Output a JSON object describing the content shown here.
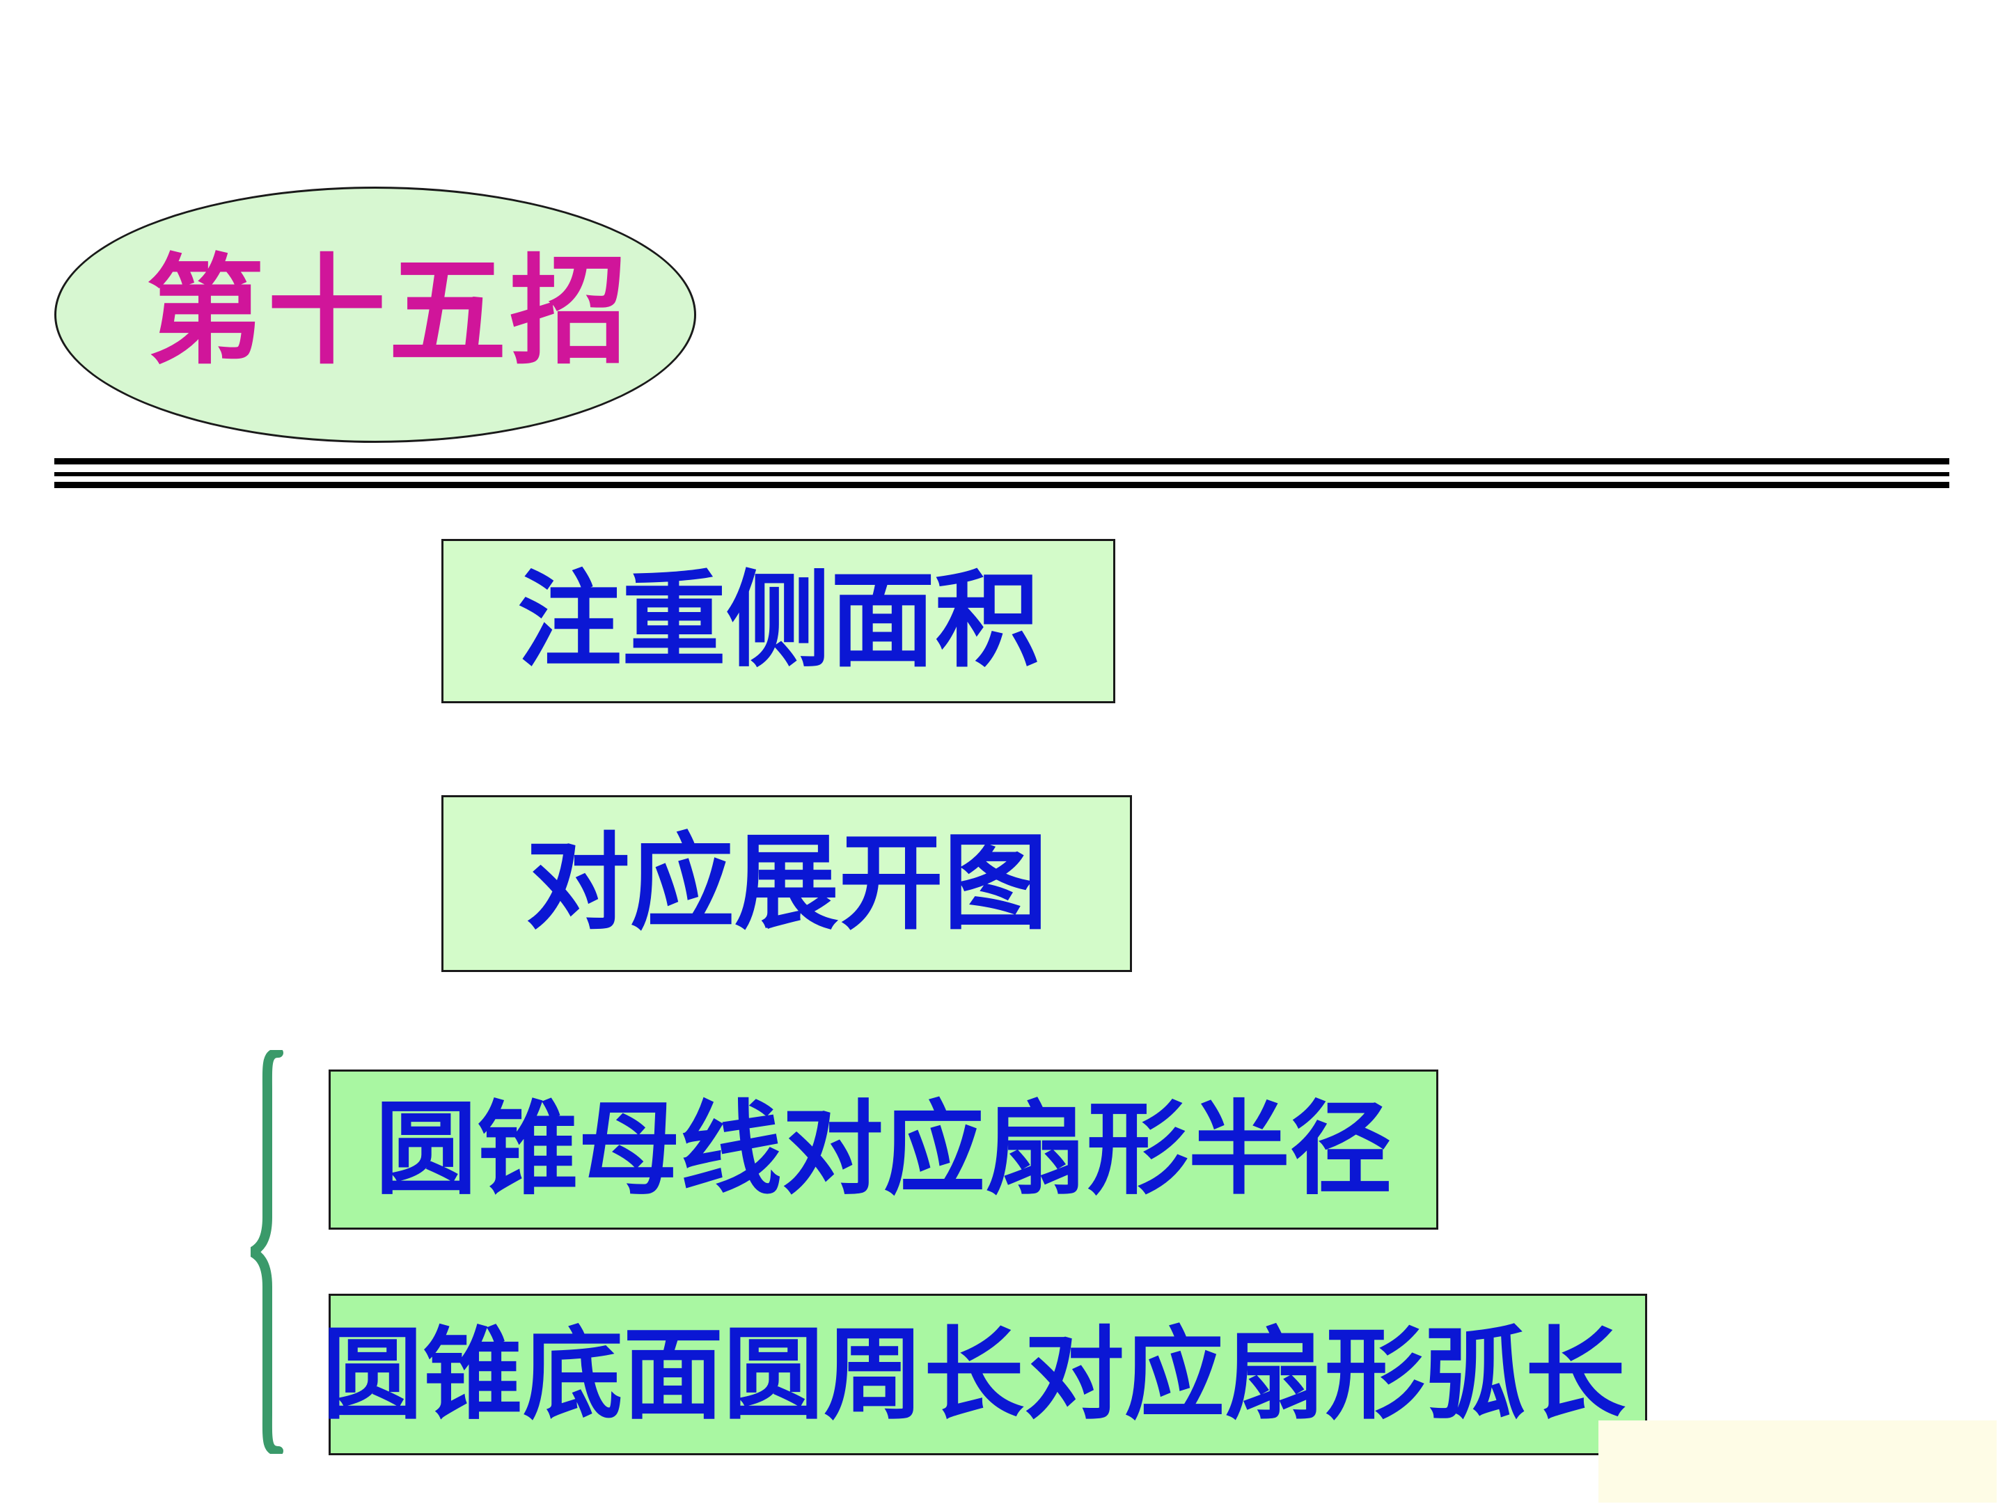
{
  "title": "第十五招",
  "items": [
    {
      "label": "注重侧面积"
    },
    {
      "label": "对应展开图"
    },
    {
      "label": "圆锥母线对应扇形半径"
    },
    {
      "label": "圆锥底面圆周长对应扇形弧长"
    }
  ],
  "colors": {
    "title_text": "#d0159a",
    "title_oval_fill": "#d7f7d1",
    "box_text": "#0b17d4",
    "box_fill_light": "#d3fbc9",
    "box_fill_medium": "#a9f7a2",
    "brace": "#3a9a6a",
    "divider": "#000000"
  }
}
